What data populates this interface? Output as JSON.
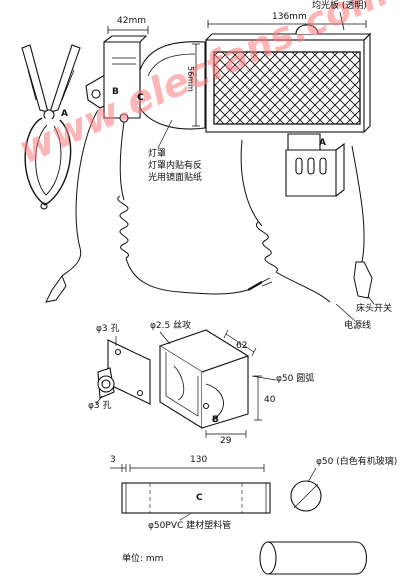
{
  "labels": {
    "dim_42": "42mm",
    "dim_136": "136mm",
    "dim_56": "56mm",
    "diffuser": "均光板 (透明)",
    "letter_a_clip": "A",
    "letter_b_clip": "B",
    "letter_c_clip": "C",
    "letter_a_bracket": "A",
    "shade_line1": "灯罩",
    "shade_line2": "灯罩内贴有反",
    "shade_line3": "光用镜面贴纸",
    "bed_switch": "床头开关",
    "power_cord": "电源线",
    "hole_3_top": "φ3 孔",
    "tap_25": "φ2.5 丝攻",
    "hole_3_bottom": "φ3 孔",
    "dim_62": "62",
    "arc_50": "φ50 圆弧",
    "dim_40": "40",
    "dim_29": "29",
    "letter_b_box": "B",
    "dim_3": "3",
    "dim_130": "130",
    "tube_letter_c": "C",
    "end_cap": "φ50 (白色有机玻璃)",
    "tube_material": "φ50PVC 建材塑料管",
    "unit": "单位: mm",
    "watermark": "www.elecfans.com"
  },
  "colors": {
    "line": "#111111",
    "watermark": "#ff7878"
  }
}
